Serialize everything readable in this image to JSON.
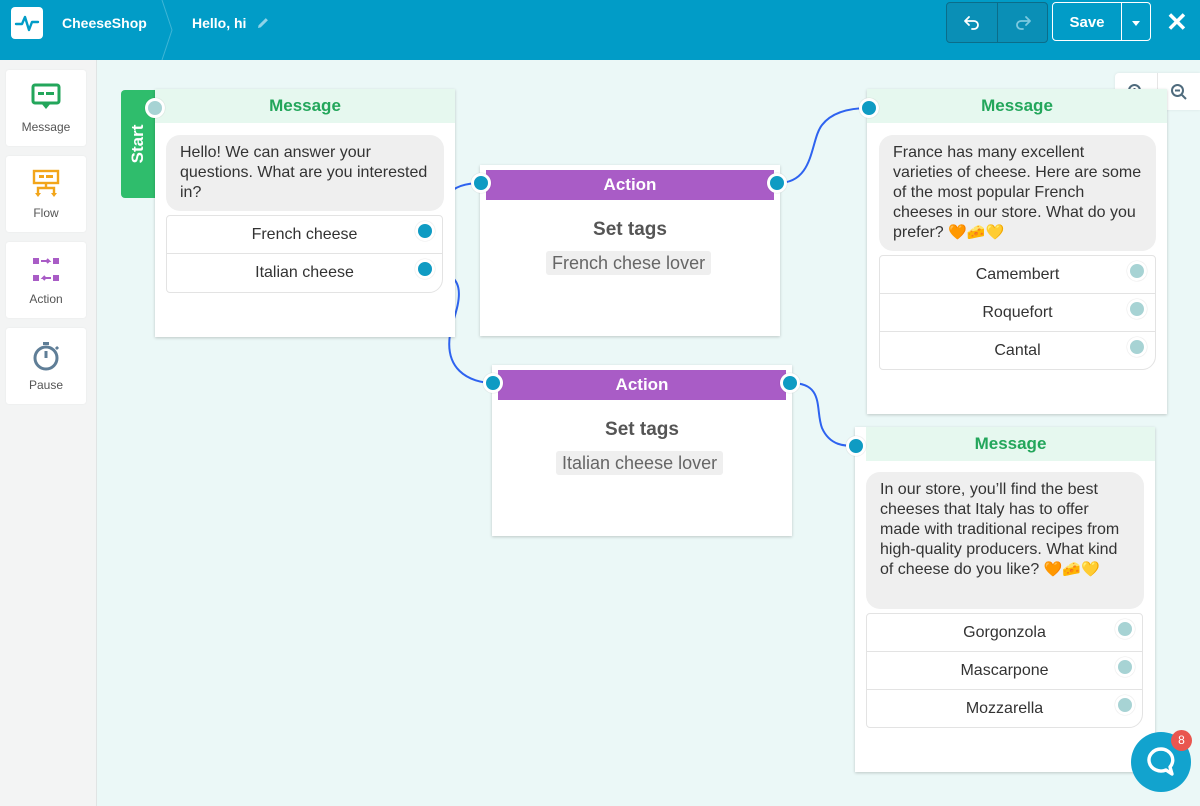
{
  "header": {
    "app_name": "CheeseShop",
    "flow_name": "Hello, hi",
    "save_label": "Save",
    "close_glyph": "✕"
  },
  "sidebar": {
    "items": [
      {
        "label": "Message",
        "icon": "message-icon",
        "color": "#23a65b"
      },
      {
        "label": "Flow",
        "icon": "flow-icon",
        "color": "#f2a51a"
      },
      {
        "label": "Action",
        "icon": "action-icon",
        "color": "#a95cc6"
      },
      {
        "label": "Pause",
        "icon": "stopwatch-icon",
        "color": "#5f7e97"
      }
    ]
  },
  "canvas": {
    "start_label": "Start",
    "nodes": {
      "welcome": {
        "title": "Message",
        "text": "Hello! We can answer your questions. What are you interested in?",
        "replies": [
          "French cheese",
          "Italian cheese"
        ]
      },
      "action_french": {
        "title": "Action",
        "heading": "Set tags",
        "tag": "French chese lover"
      },
      "action_italian": {
        "title": "Action",
        "heading": "Set tags",
        "tag": "Italian cheese lover"
      },
      "france": {
        "title": "Message",
        "text": "France has many excellent varieties of cheese. Here are some of the most popular French cheeses in our store. What do you prefer?",
        "emoji": "🧡🧀💛",
        "replies": [
          "Camembert",
          "Roquefort",
          "Cantal"
        ]
      },
      "italy": {
        "title": "Message",
        "text": "In our store, you’ll find the best cheeses that Italy has to offer made with traditional recipes from high-quality producers. What kind of cheese do you like?",
        "emoji": "🧡🧀💛",
        "replies": [
          "Gorgonzola",
          "Mascarpone",
          "Mozzarella"
        ]
      }
    }
  },
  "chat_widget": {
    "badge": "8"
  },
  "colors": {
    "topbar": "#019cc7",
    "message_header_bg": "#e6f8ef",
    "message_header_text": "#23a65b",
    "action_header": "#a95cc6",
    "start": "#2fbd6c",
    "wire": "#2e63f0",
    "port_connected": "#0f9bc3",
    "port_unconnected": "#a7d3d4"
  }
}
